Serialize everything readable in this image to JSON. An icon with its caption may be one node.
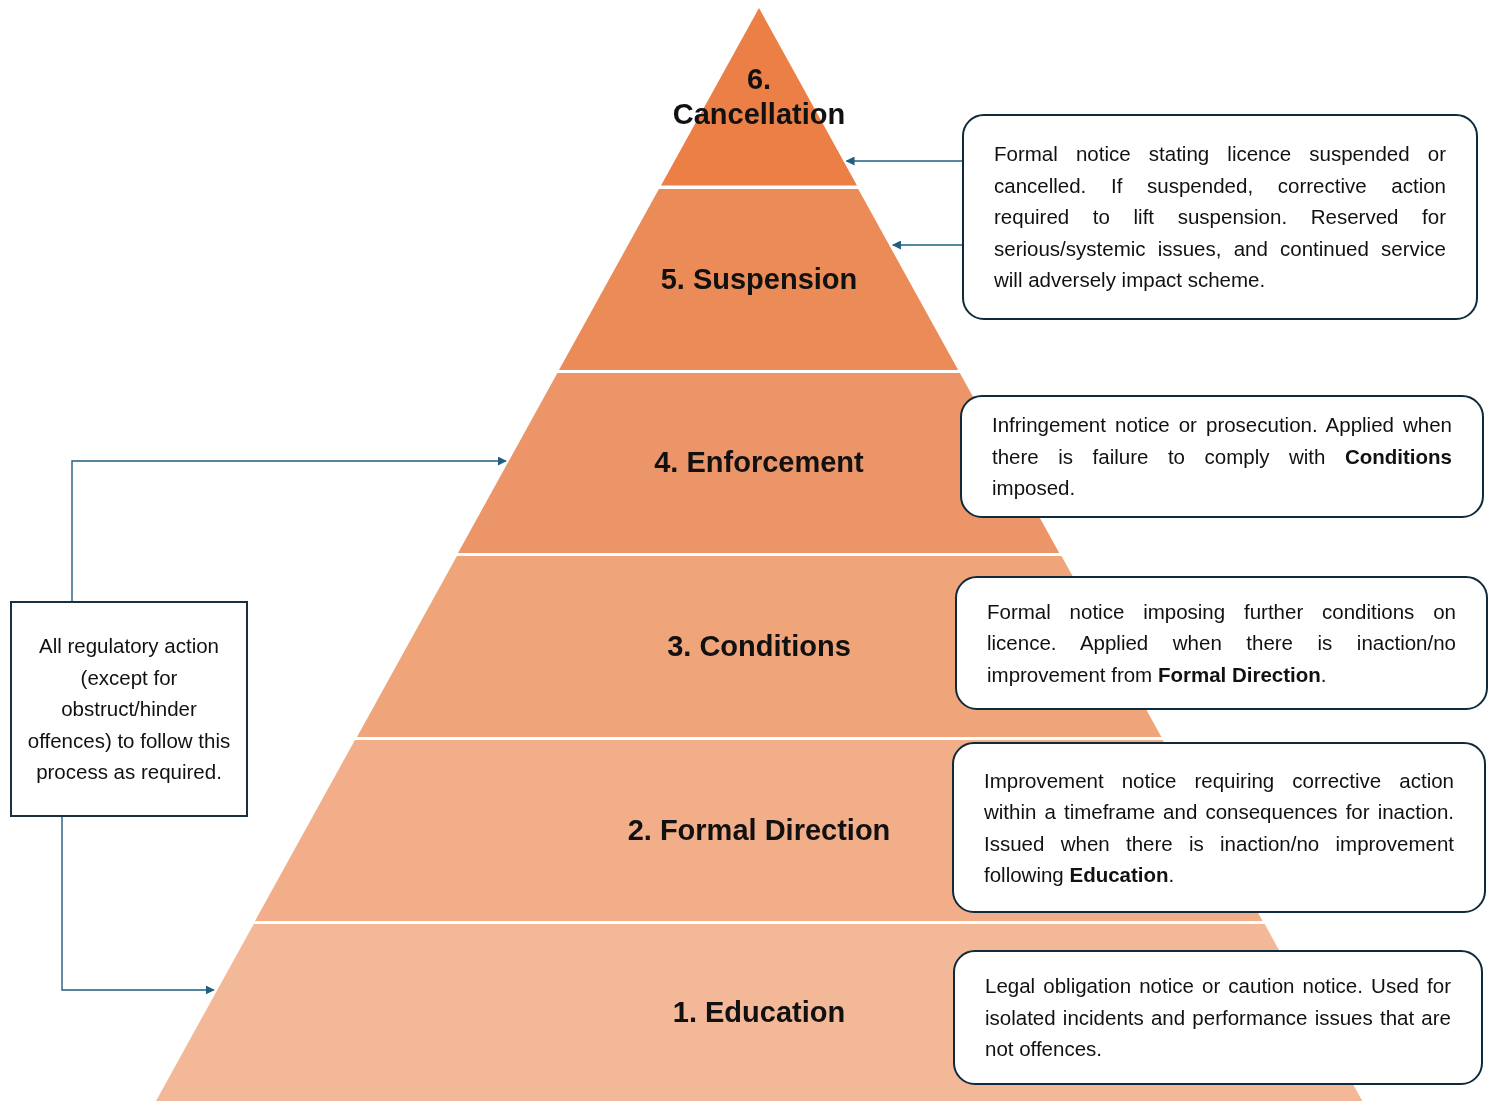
{
  "diagram": {
    "nodes": [
      {
        "text": [
          "6. Cancellation"
        ]
      },
      {
        "text": [
          "5. Suspension"
        ]
      },
      {
        "text": [
          "4. Enforcement"
        ]
      },
      {
        "text": [
          "3. Conditions"
        ]
      },
      {
        "text": [
          "2. Formal Direction"
        ]
      },
      {
        "text": [
          "1. Education"
        ]
      },
      {
        "text": [
          "Formal notice stating licence suspended or cancelled. If suspended, corrective action required to lift suspension. Reserved for serious/systemic issues, and continued service will adversely impact scheme."
        ]
      },
      {
        "text": [
          "Infringement notice or prosecution. Applied when there is failure to comply with **Conditions** imposed."
        ]
      },
      {
        "text": [
          "Formal notice imposing further conditions on licence. Applied when there is inaction/no improvement from **Formal Direction**."
        ]
      },
      {
        "text": [
          "Improvement notice requiring corrective action within a timeframe and consequences for inaction. Issued when there is inaction/no improvement following **Education**."
        ]
      },
      {
        "text": [
          "Legal obligation notice or caution notice. Used for isolated incidents and performance issues that are not offences."
        ]
      },
      {
        "text": [
          "All regulatory action (except for obstruct/hinder offences) to follow this process as required."
        ]
      }
    ],
    "edges": [
      {
        "from": 6,
        "to": 0,
        "arrow": "to"
      },
      {
        "from": 6,
        "to": 1,
        "arrow": "to"
      },
      {
        "from": 11,
        "to": 2,
        "arrow": "to"
      },
      {
        "from": 11,
        "to": 5,
        "arrow": "to"
      }
    ]
  }
}
